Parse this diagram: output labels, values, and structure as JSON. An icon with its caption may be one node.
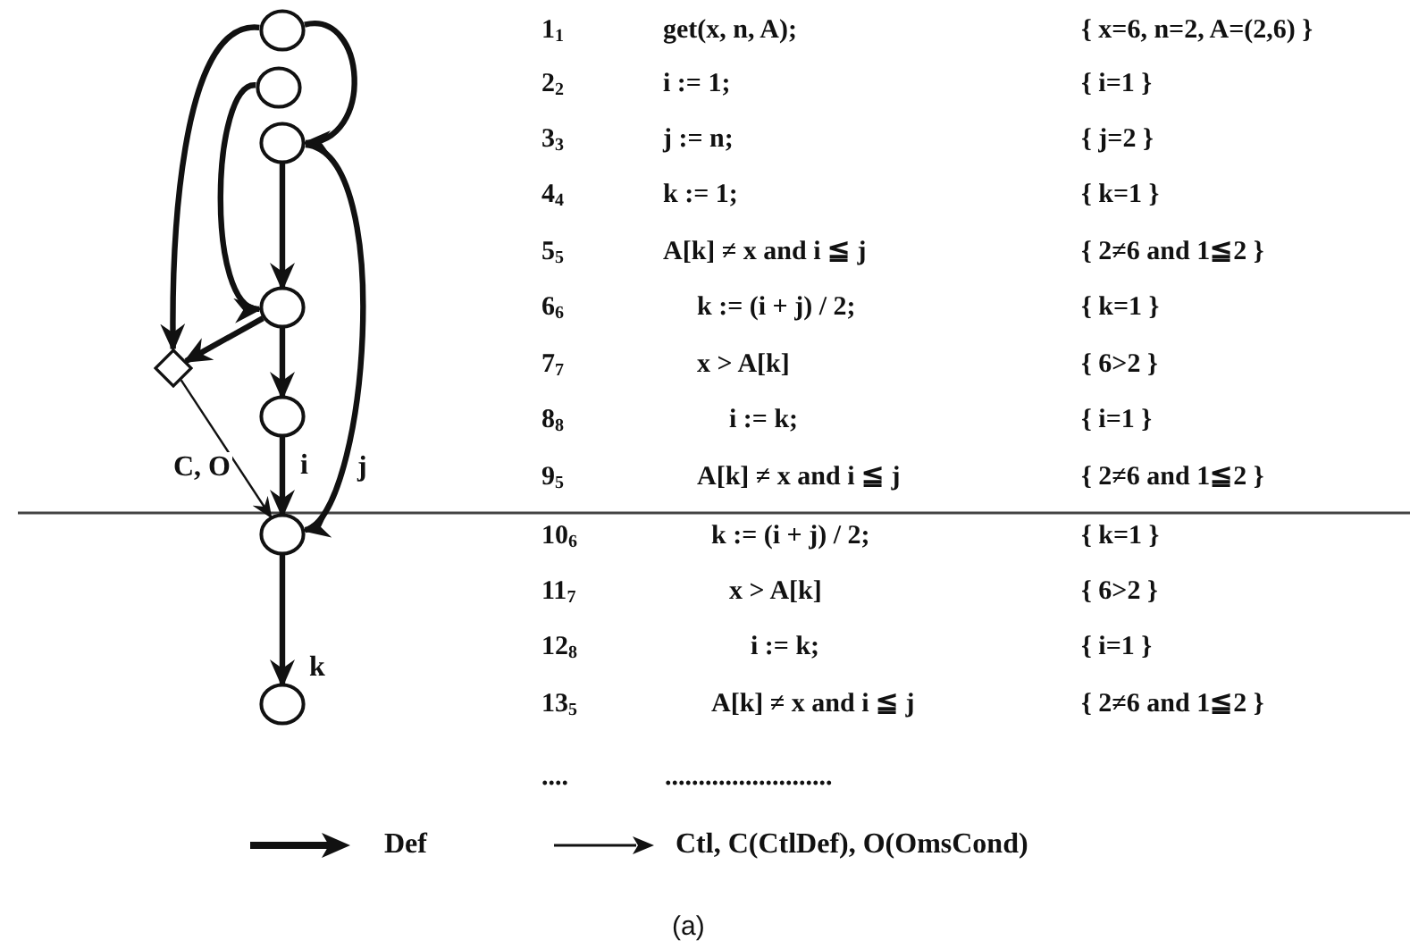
{
  "diagram": {
    "caption": "(a)",
    "nodes": [
      {
        "text": [],
        "shape": "circle"
      },
      {
        "text": [],
        "shape": "circle"
      },
      {
        "text": [],
        "shape": "circle"
      },
      {
        "text": [],
        "shape": "circle"
      },
      {
        "text": [],
        "shape": "diamond"
      },
      {
        "text": [],
        "shape": "circle"
      },
      {
        "text": [],
        "shape": "circle"
      },
      {
        "text": [],
        "shape": "circle"
      }
    ],
    "edges": [
      {
        "from": 0,
        "to": 4,
        "arrow": "to"
      },
      {
        "from": 0,
        "to": 2,
        "arrow": "to"
      },
      {
        "from": 1,
        "to": 3,
        "arrow": "to"
      },
      {
        "from": 2,
        "to": 3,
        "arrow": "to"
      },
      {
        "from": 2,
        "to": 6,
        "arrow": "to",
        "label": "j"
      },
      {
        "from": 3,
        "to": 4,
        "arrow": "to"
      },
      {
        "from": 3,
        "to": 5,
        "arrow": "to"
      },
      {
        "from": 5,
        "to": 6,
        "arrow": "to",
        "label": "i"
      },
      {
        "from": 4,
        "to": 6,
        "arrow": "to",
        "label": "C, O"
      },
      {
        "from": 6,
        "to": 7,
        "arrow": "to",
        "label": "k"
      }
    ],
    "labels": [
      "1$_{1}$",
      "get(x, n, A);",
      "{ x=6, n=2, A=(2,6) }",
      "2$_{2}$",
      "i := 1;",
      "{ i=1 }",
      "3$_{3}$",
      "j := n;",
      "{ j=2 }",
      "4$_{4}$",
      "k := 1;",
      "{ k=1 }",
      "5$_{5}$",
      "A[k] ≠ x and i ≦ j",
      "{ 2≠6 and 1≦2 }",
      "6$_{6}$",
      "k := (i + j) / 2;",
      "{ k=1 }",
      "7$_{7}$",
      "x > A[k]",
      "{ 6>2 }",
      "8$_{8}$",
      "i := k;",
      "{ i=1 }",
      "9$_{5}$",
      "A[k] ≠ x and i ≦ j",
      "{ 2≠6 and 1≦2 }",
      "10$_{6}$",
      "k := (i + j) / 2;",
      "{ k=1 }",
      "11$_{7}$",
      "x > A[k]",
      "{ 6>2 }",
      "12$_{8}$",
      "i := k;",
      "{ i=1 }",
      "13$_{5}$",
      "A[k] ≠ x and i ≦ j",
      "{ 2≠6 and 1≦2 }",
      "....",
      "........................."
    ],
    "legend": [
      {
        "text": "Def"
      },
      {
        "text": "Ctl, C(CtlDef), O(OmsCond)"
      }
    ]
  }
}
